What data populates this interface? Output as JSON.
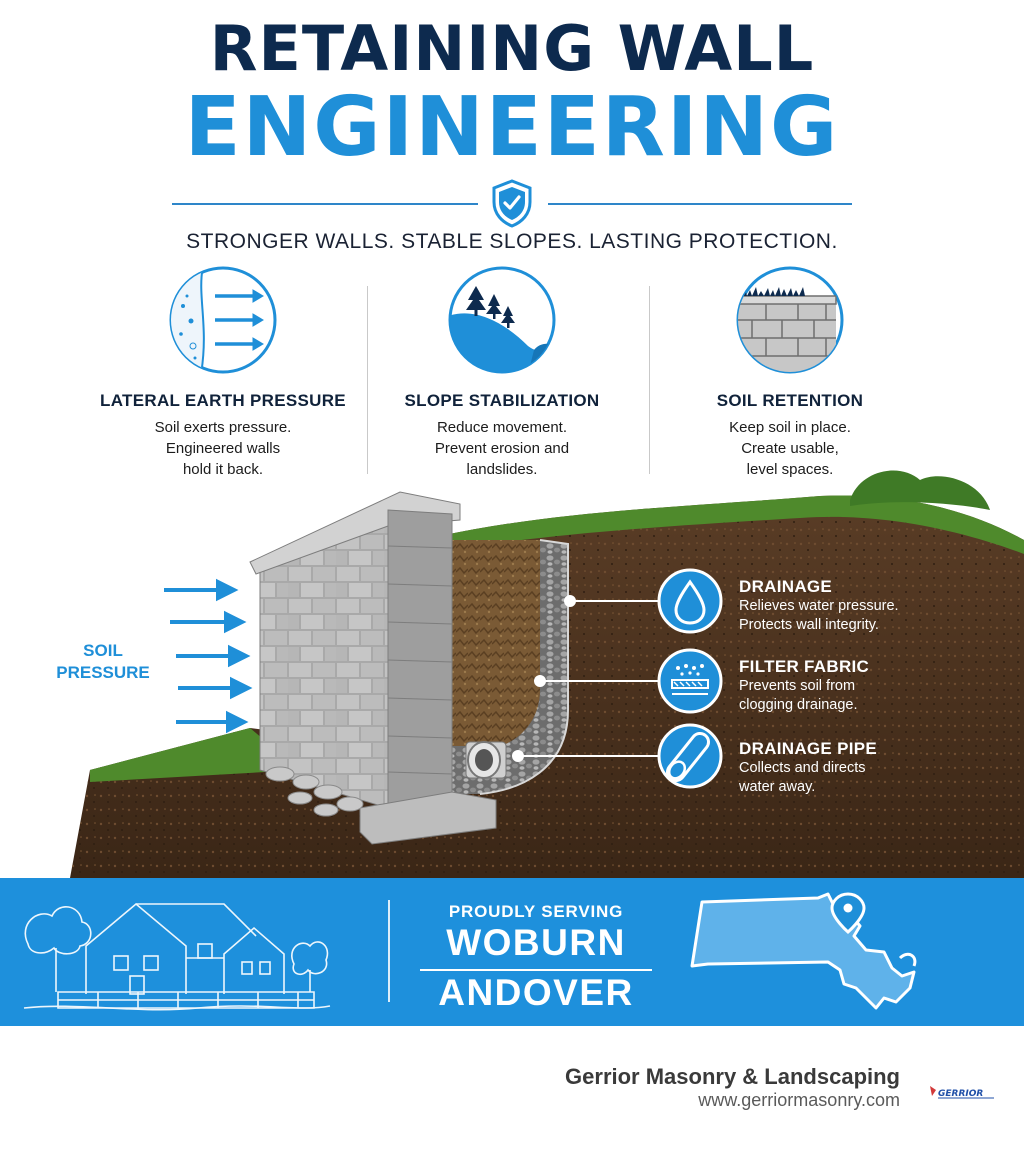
{
  "header": {
    "title_line1": "RETAINING WALL",
    "title_line2": "ENGINEERING",
    "tagline": "STRONGER WALLS.  STABLE SLOPES.  LASTING PROTECTION."
  },
  "features": [
    {
      "title": "LATERAL EARTH PRESSURE",
      "lines": [
        "Soil exerts pressure.",
        "Engineered walls",
        "hold it back."
      ],
      "icon": "pressure-arrows-icon"
    },
    {
      "title": "SLOPE STABILIZATION",
      "lines": [
        "Reduce movement.",
        "Prevent erosion and",
        "landslides."
      ],
      "icon": "slope-trees-icon"
    },
    {
      "title": "SOIL RETENTION",
      "lines": [
        "Keep soil in place.",
        "Create usable,",
        "level spaces."
      ],
      "icon": "block-wall-icon"
    }
  ],
  "diagram": {
    "soil_pressure_line1": "SOIL",
    "soil_pressure_line2": "PRESSURE",
    "callouts": [
      {
        "title": "DRAINAGE",
        "lines": [
          "Relieves water pressure.",
          "Protects wall integrity."
        ],
        "icon": "water-drop-icon"
      },
      {
        "title": "FILTER FABRIC",
        "lines": [
          "Prevents soil from",
          "clogging drainage."
        ],
        "icon": "filter-fabric-icon"
      },
      {
        "title": "DRAINAGE PIPE",
        "lines": [
          "Collects and directs",
          "water away."
        ],
        "icon": "pipe-icon"
      }
    ]
  },
  "banner": {
    "serving": "PROUDLY SERVING",
    "city1": "WOBURN",
    "city2": "ANDOVER"
  },
  "footer": {
    "company": "Gerrior Masonry & Landscaping",
    "website": "www.gerriormasonry.com",
    "logo_text": "GERRIOR"
  },
  "colors": {
    "navy": "#0d2a4e",
    "blue": "#1f8fd8",
    "soil": "#4a3220",
    "grass": "#4f8a2c",
    "stone": "#b9b9b9"
  }
}
